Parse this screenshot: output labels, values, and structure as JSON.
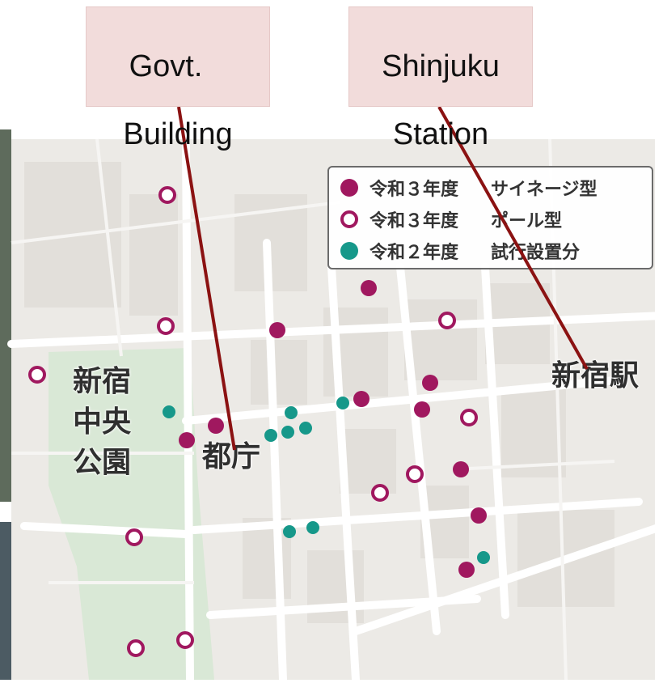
{
  "callouts": {
    "govt": {
      "line1": "Govt.",
      "line2": "Building"
    },
    "station": {
      "line1": "Shinjuku",
      "line2": "Station"
    }
  },
  "map_labels": {
    "park": "新宿\n中央\n公園",
    "tocho": "都庁",
    "station": "新宿駅"
  },
  "legend": {
    "items": [
      {
        "year": "令和３年度",
        "type": "サイネージ型",
        "marker": "filled-circle",
        "color": "#a0185f"
      },
      {
        "year": "令和３年度",
        "type": "ポール型",
        "marker": "ring",
        "color": "#a0185f"
      },
      {
        "year": "令和２年度",
        "type": "試行設置分",
        "marker": "filled-circle",
        "color": "#16988a"
      }
    ]
  },
  "colors": {
    "signage": "#a0185f",
    "pole": "#a0185f",
    "trial": "#16988a",
    "leader_line": "#8b1212",
    "callout_fill": "#f2dcdb",
    "park": "#d9e8d6"
  }
}
